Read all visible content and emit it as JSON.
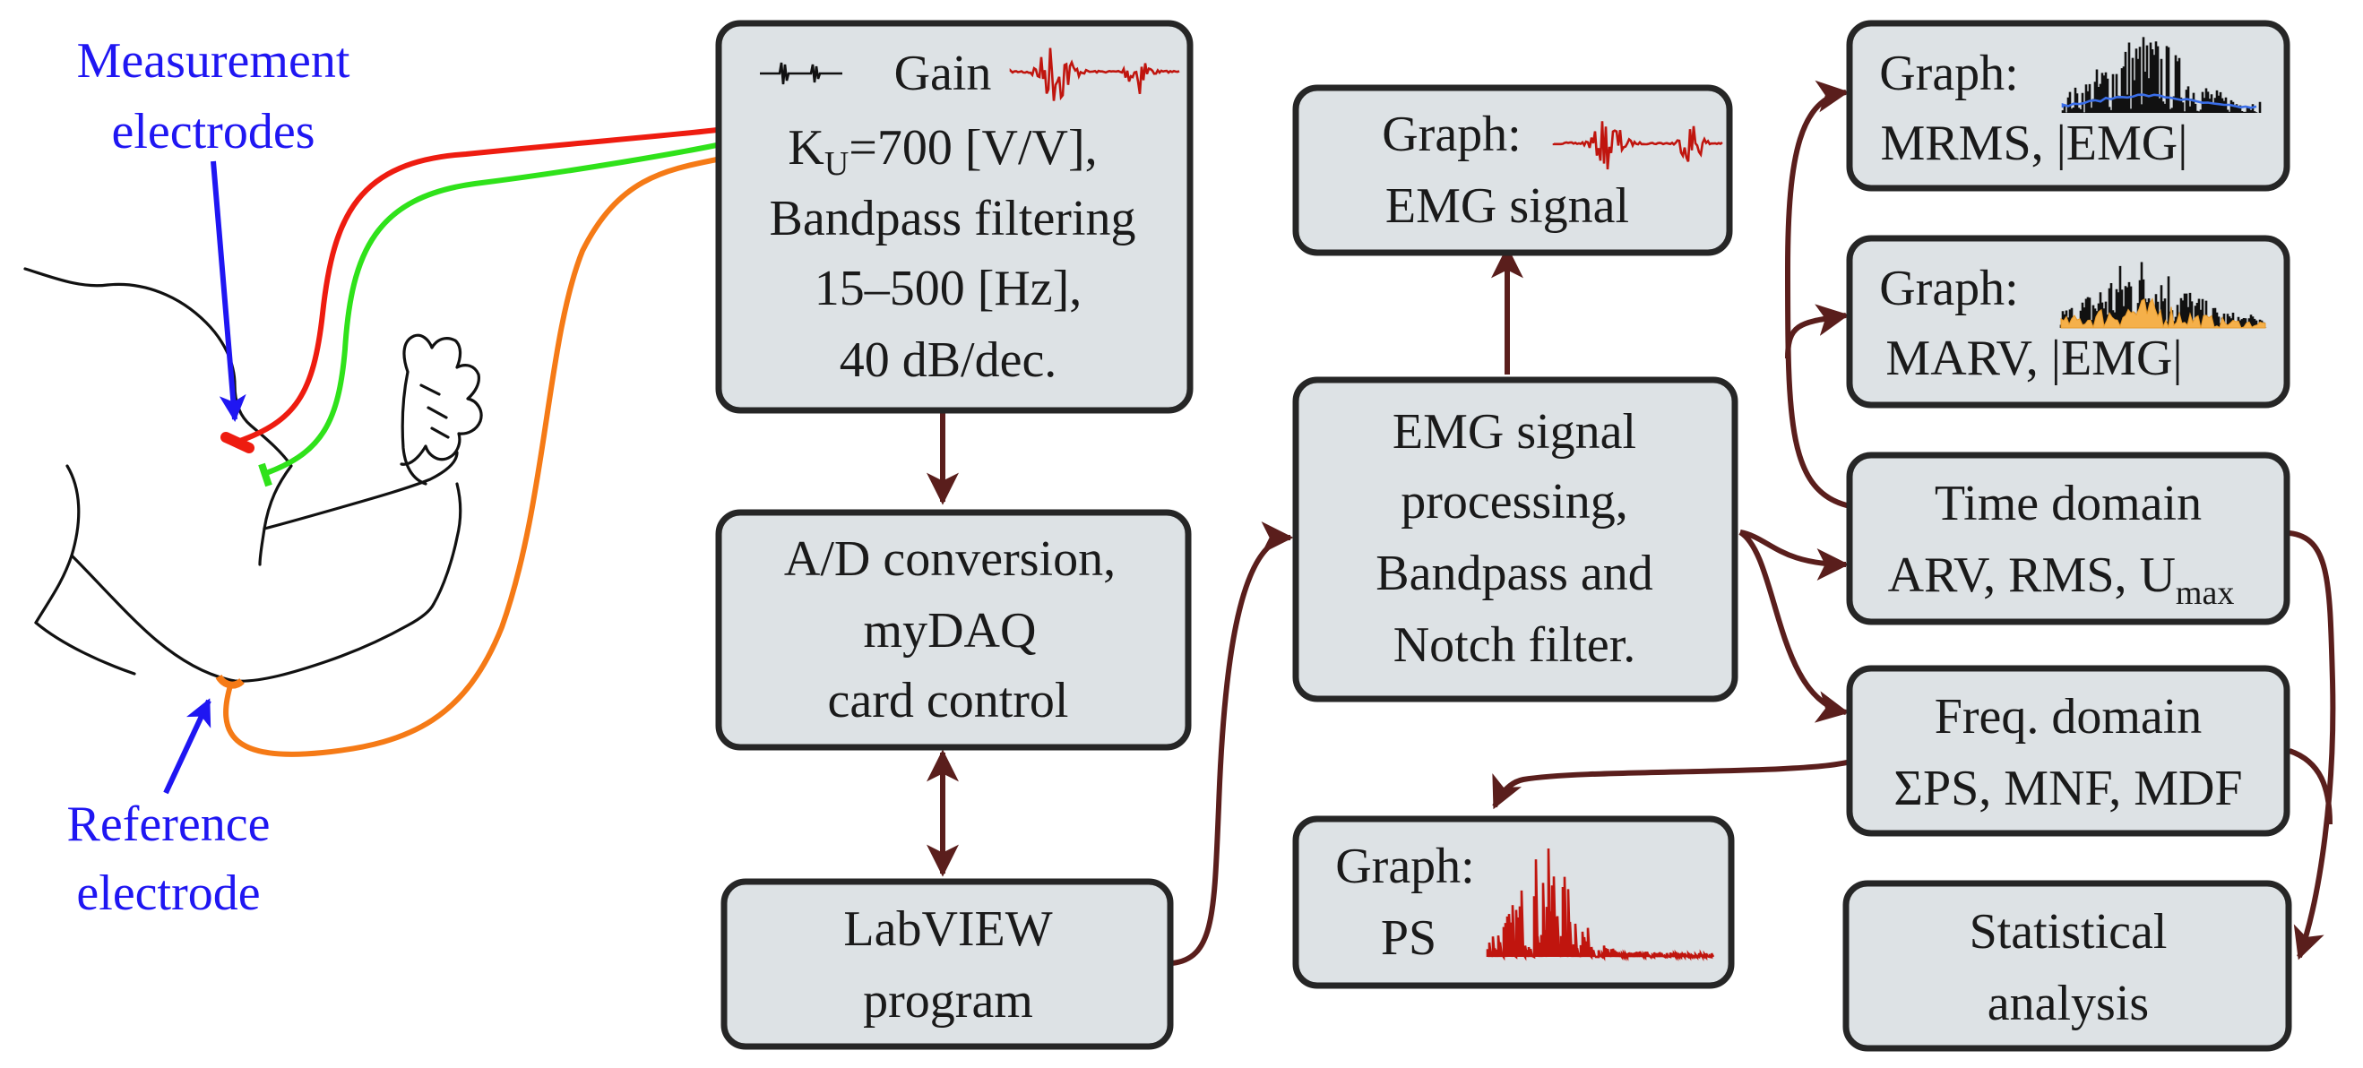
{
  "labels": {
    "measurement_line1": "Measurement",
    "measurement_line2": "electrodes",
    "reference_line1": "Reference",
    "reference_line2": "electrode"
  },
  "amplifier": {
    "gain": "Gain",
    "ku_main": "K",
    "ku_sub": "U",
    "ku_rest": "=700 [V/V],",
    "line2": "Bandpass filtering",
    "line3": "15–500 [Hz],",
    "line4": "40 dB/dec."
  },
  "adc": {
    "line1": "A/D conversion,",
    "line2": "myDAQ",
    "line3": "card control"
  },
  "labview": {
    "line1": "LabVIEW",
    "line2": "program"
  },
  "processing": {
    "line1": "EMG signal",
    "line2": "processing,",
    "line3": "Bandpass and",
    "line4": "Notch filter."
  },
  "graph_emg": {
    "line1": "Graph:",
    "line2": "EMG signal"
  },
  "graph_ps": {
    "line1": "Graph:",
    "line2": "PS"
  },
  "graph_mrms": {
    "line1": "Graph:",
    "line2": "MRMS, |EMG|"
  },
  "graph_marv": {
    "line1": "Graph:",
    "line2": "MARV, |EMG|"
  },
  "time_domain": {
    "line1": "Time domain",
    "line2_main": "ARV, RMS, U",
    "line2_sub": "max"
  },
  "freq_domain": {
    "line1": "Freq. domain",
    "line2": "ΣPS, MNF, MDF"
  },
  "statistics": {
    "line1": "Statistical",
    "line2": "analysis"
  },
  "colors": {
    "box_fill": "#dde2e5",
    "box_stroke": "#262626",
    "arrow": "#5a1e1c",
    "label_blue": "#1f16f2",
    "wire_red": "#ee1c10",
    "wire_green": "#2fe21a",
    "wire_orange": "#f57a16",
    "signal_red": "#c0150e",
    "mrms_line": "#3a6ee8",
    "marv_fill": "#f5b04a"
  },
  "icons": [
    "emg-burst-icon",
    "power-spectrum-icon",
    "rectified-emg-icon"
  ]
}
